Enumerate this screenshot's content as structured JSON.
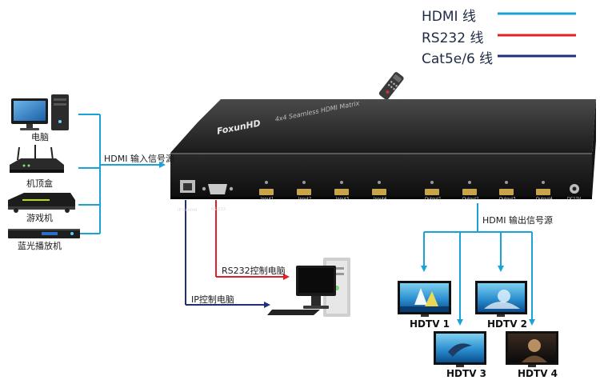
{
  "legend": {
    "hdmi": {
      "label": "HDMI 线",
      "color": "#1aa3d9"
    },
    "rs232": {
      "label": "RS232 线",
      "color": "#e01f26"
    },
    "cat": {
      "label": "Cat5e/6 线",
      "color": "#1f2f7a"
    }
  },
  "sources": [
    {
      "label": "电脑"
    },
    {
      "label": "机顶盒"
    },
    {
      "label": "游戏机"
    },
    {
      "label": "蓝光播放机"
    }
  ],
  "edges": {
    "input": "HDMI 输入信号源",
    "output": "HDMI 输出信号源",
    "rs232_pc": "RS232控制电脑",
    "ip_pc": "IP控制电脑"
  },
  "device": {
    "brand": "FoxunHD",
    "model": "4x4 Seamless HDMI Matrix",
    "ports": {
      "ip": "IP Control",
      "rs": "RS-232",
      "inputs": [
        "Input1",
        "Input2",
        "Input3",
        "Input4"
      ],
      "outputs": [
        "Output1",
        "Output2",
        "Output3",
        "Output4"
      ],
      "power": "DC12V"
    }
  },
  "tvs": [
    "HDTV 1",
    "HDTV 2",
    "HDTV 3",
    "HDTV 4"
  ]
}
